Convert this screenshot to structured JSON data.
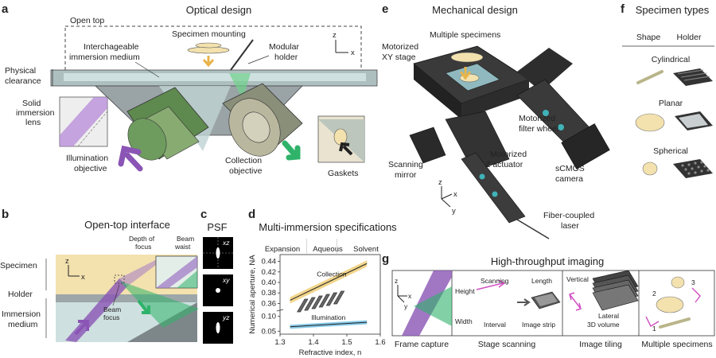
{
  "panels": {
    "a": {
      "letter": "a",
      "title": "Optical design",
      "labels": {
        "open_top": "Open top",
        "specimen_mounting": "Specimen mounting",
        "immersion_1": "Interchageable",
        "immersion_2": "immersion medium",
        "modular_1": "Modular",
        "modular_2": "holder",
        "clearance_1": "Physical",
        "clearance_2": "clearance",
        "solid_1": "Solid",
        "solid_2": "immersion",
        "solid_3": "lens",
        "illum_1": "Illumination",
        "illum_2": "objective",
        "coll_1": "Collection",
        "coll_2": "objective",
        "gaskets": "Gaskets",
        "axis_z": "z",
        "axis_x": "x"
      }
    },
    "b": {
      "letter": "b",
      "title": "Open-top interface",
      "labels": {
        "specimen": "Specimen",
        "holder": "Holder",
        "immersion_1": "Immersion",
        "immersion_2": "medium",
        "depth_1": "Depth of",
        "depth_2": "focus",
        "beam_waist_1": "Beam",
        "beam_waist_2": "waist",
        "beam_focus_1": "Beam",
        "beam_focus_2": "focus",
        "axis_z": "z",
        "axis_x": "x"
      }
    },
    "c": {
      "letter": "c",
      "title": "PSF",
      "views": [
        "xz",
        "xy",
        "yz"
      ]
    },
    "d": {
      "letter": "d",
      "title": "Multi-immersion specifications",
      "regions": [
        "Expansion",
        "Aqueous",
        "Solvent"
      ]
    },
    "e": {
      "letter": "e",
      "title": "Mechanical design",
      "labels": {
        "multiple": "Multiple specimens",
        "stage_1": "Motorized",
        "stage_2": "XY stage",
        "filter_1": "Motorized",
        "filter_2": "filter wheel",
        "scan_1": "Scanning",
        "scan_2": "mirror",
        "zact_1": "Motorized",
        "zact_2": "Z actuator",
        "scmos_1": "sCMOS",
        "scmos_2": "camera",
        "laser_1": "Fiber-coupled",
        "laser_2": "laser",
        "axis_z": "z",
        "axis_x": "x",
        "axis_y": "y"
      }
    },
    "f": {
      "letter": "f",
      "title": "Specimen types",
      "col_shape": "Shape",
      "col_holder": "Holder",
      "rows": [
        "Cylindrical",
        "Planar",
        "Spherical"
      ]
    },
    "g": {
      "letter": "g",
      "title": "High-throughput imaging",
      "sections": [
        "Frame capture",
        "Stage scanning",
        "Image tiling",
        "Multiple specimens"
      ],
      "labels": {
        "scanning": "Scanning",
        "length": "Length",
        "height": "Height",
        "width": "Width",
        "interval": "Interval",
        "image_strip": "Image strip",
        "vertical": "Vertical",
        "lateral": "Lateral",
        "volume": "3D volume",
        "n1": "1",
        "n2": "2",
        "n3": "3",
        "axis_z": "z",
        "axis_x": "x",
        "axis_y": "y"
      }
    }
  },
  "colors": {
    "illumination": "#8a55b5",
    "collection": "#2fb36a",
    "specimen": "#f3e1ae",
    "immersion": "#cfe0e0",
    "holder_body": "#6f7679",
    "na_collection": "#e7b93e",
    "na_illumination": "#39a7d8"
  },
  "chart_data": {
    "type": "line",
    "title": "",
    "xlabel": "Refractive index, n",
    "ylabel": "Numerical aperture, NA",
    "x_ticks": [
      "1.3",
      "1.4",
      "1.5",
      "1.6"
    ],
    "xlim": [
      1.3,
      1.6
    ],
    "y_ticks_upper": [
      "0.44",
      "0.42",
      "0.40",
      "0.38",
      "0.36"
    ],
    "y_ticks_lower": [
      "0.10",
      "0.05"
    ],
    "series": [
      {
        "name": "Collection",
        "x": [
          1.33,
          1.56
        ],
        "values": [
          0.366,
          0.436
        ],
        "ylim": [
          0.35,
          0.45
        ]
      },
      {
        "name": "Illumination",
        "x": [
          1.33,
          1.56
        ],
        "values": [
          0.065,
          0.08
        ],
        "ylim": [
          0.04,
          0.11
        ]
      }
    ]
  }
}
